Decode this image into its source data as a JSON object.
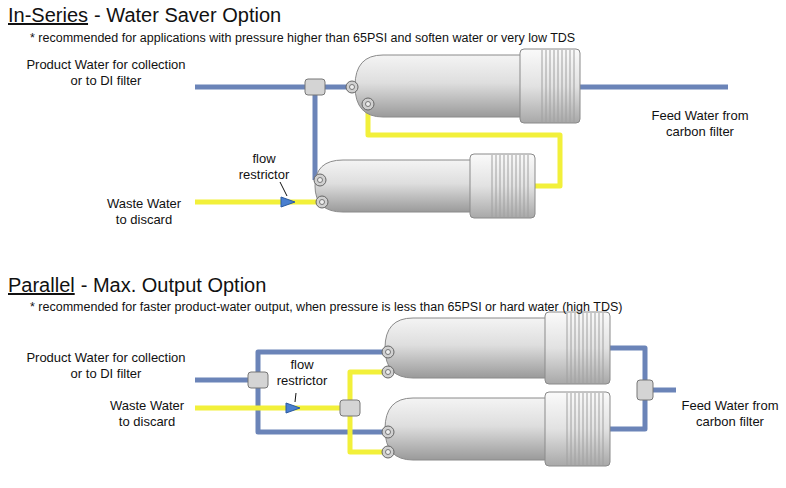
{
  "diagram": {
    "labels": [
      "In-Series",
      "- Water Saver Option",
      "* recommended for applications with pressure higher than 65PSI and soften water or very low TDS",
      "Product Water for collection or to DI filter",
      "Feed Water from carbon filter",
      "flow restrictor",
      "Waste Water to discard",
      "Parallel",
      "- Max. Output Option",
      "* recommended for faster product-water output, when pressure is less than 65PSI or hard water (high TDS)",
      "Product Water for collection or to DI filter",
      "flow restrictor",
      "Waste Water to discard",
      "Feed Water from carbon filter"
    ]
  }
}
